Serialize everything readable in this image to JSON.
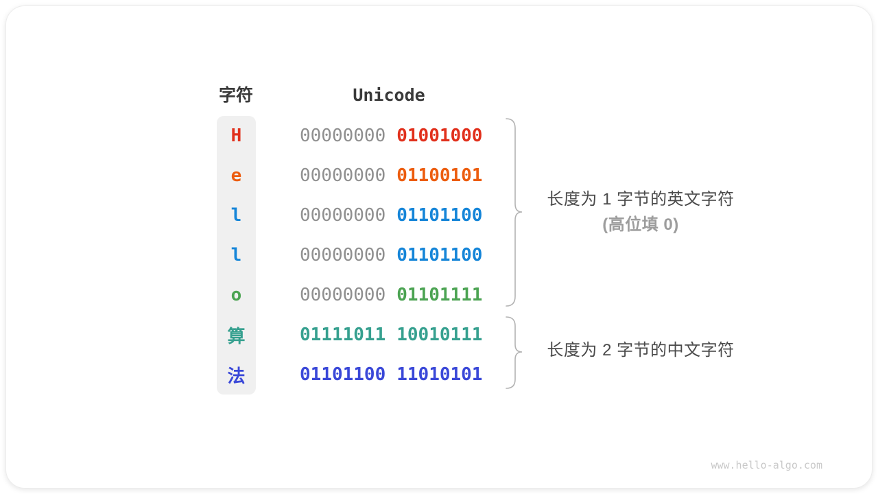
{
  "header": {
    "char_label": "字符",
    "unicode_label": "Unicode"
  },
  "table": {
    "rows": [
      {
        "char": "H",
        "color": "#e1301c",
        "bytes": [
          {
            "text": "00000000",
            "color": "#8f8f8f",
            "bold": false
          },
          {
            "text": "01001000",
            "color": "#e1301c",
            "bold": true
          }
        ]
      },
      {
        "char": "e",
        "color": "#ec5c0e",
        "bytes": [
          {
            "text": "00000000",
            "color": "#8f8f8f",
            "bold": false
          },
          {
            "text": "01100101",
            "color": "#ec5c0e",
            "bold": true
          }
        ]
      },
      {
        "char": "l",
        "color": "#1585d8",
        "bytes": [
          {
            "text": "00000000",
            "color": "#8f8f8f",
            "bold": false
          },
          {
            "text": "01101100",
            "color": "#1585d8",
            "bold": true
          }
        ]
      },
      {
        "char": "l",
        "color": "#1585d8",
        "bytes": [
          {
            "text": "00000000",
            "color": "#8f8f8f",
            "bold": false
          },
          {
            "text": "01101100",
            "color": "#1585d8",
            "bold": true
          }
        ]
      },
      {
        "char": "o",
        "color": "#4ba352",
        "bytes": [
          {
            "text": "00000000",
            "color": "#8f8f8f",
            "bold": false
          },
          {
            "text": "01101111",
            "color": "#4ba352",
            "bold": true
          }
        ]
      },
      {
        "char": "算",
        "color": "#36a08f",
        "bytes": [
          {
            "text": "01111011",
            "color": "#36a08f",
            "bold": true
          },
          {
            "text": "10010111",
            "color": "#36a08f",
            "bold": true
          }
        ]
      },
      {
        "char": "法",
        "color": "#3a48d8",
        "bytes": [
          {
            "text": "01101100",
            "color": "#3a48d8",
            "bold": true
          },
          {
            "text": "11010101",
            "color": "#3a48d8",
            "bold": true
          }
        ]
      }
    ],
    "char_column_bg": "#f0f0f0"
  },
  "annotations": {
    "group1_line1": "长度为 1 字节的英文字符",
    "group1_line2": "(高位填 0)",
    "group2_line1": "长度为 2 字节的中文字符"
  },
  "braces": {
    "color": "#b3b3b3"
  },
  "watermark": "www.hello-algo.com"
}
